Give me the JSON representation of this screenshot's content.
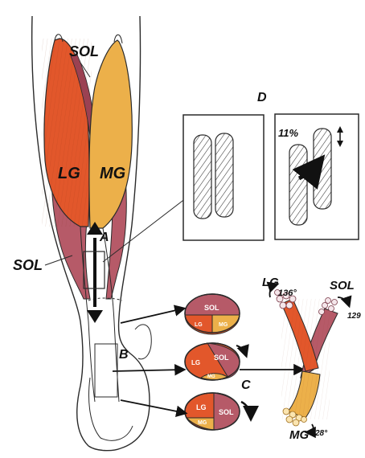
{
  "labels": {
    "sol_top": "SOL",
    "lg": "LG",
    "mg": "MG",
    "sol_left": "SOL",
    "a": "A",
    "b": "B",
    "c": "C",
    "d": "D",
    "percent": "11%"
  },
  "sections": [
    {
      "sol": "SOL",
      "lg": "LG",
      "mg": "MG"
    },
    {
      "sol": "SOL",
      "lg": "LG",
      "mg": "MG"
    },
    {
      "sol": "SOL",
      "lg": "LG",
      "mg": "MG"
    }
  ],
  "twist": {
    "lg_label": "LG",
    "lg_angle": "136°",
    "sol_label": "SOL",
    "sol_angle": "129",
    "mg_label": "MG",
    "mg_angle": "28°"
  },
  "colors": {
    "lg": "#e2572b",
    "mg": "#ecb04a",
    "sol": "#b65a68",
    "outline": "#2a2a2a"
  }
}
